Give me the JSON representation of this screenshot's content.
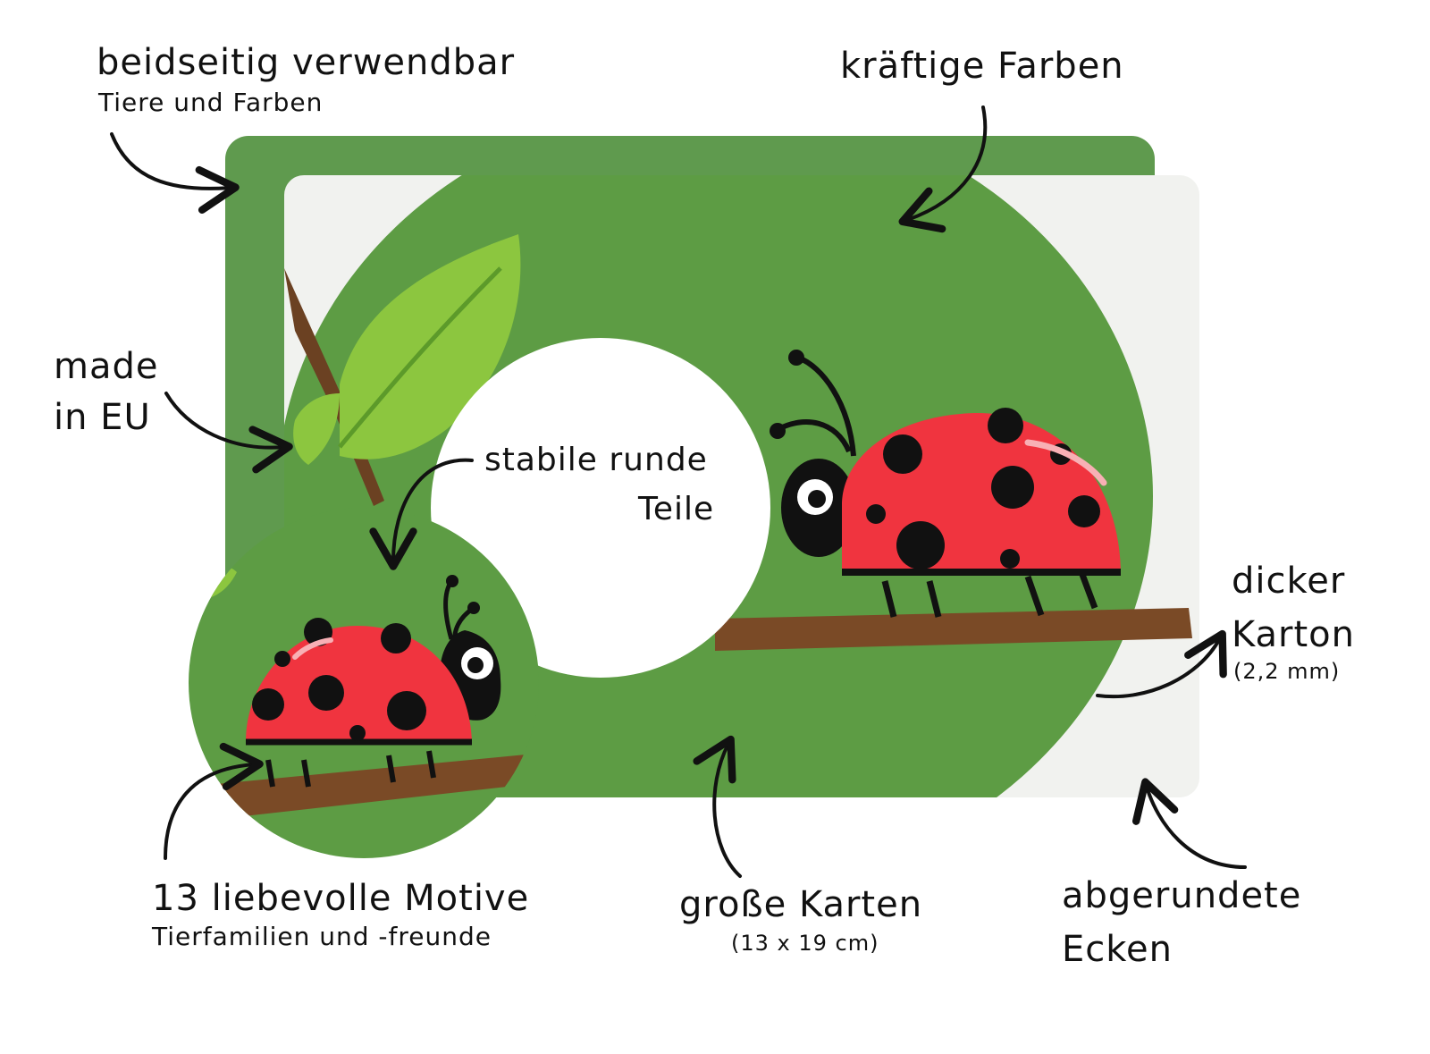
{
  "colors": {
    "back_card": "#5f9a4e",
    "front_card": "#f1f2ef",
    "green_disc": "#5d9c44",
    "leaf_light": "#8cc63f",
    "leaf_dark": "#6fae2f",
    "branch": "#7a4a26",
    "ladybug_red": "#f0343f",
    "ladybug_black": "#111111",
    "arrow": "#111111"
  },
  "annotations": {
    "two_sided": {
      "title": "beidseitig verwendbar",
      "subtitle": "Tiere und Farben"
    },
    "colors": {
      "title": "kräftige Farben"
    },
    "origin": {
      "line1": "made",
      "line2": "in EU"
    },
    "pieces": {
      "line1": "stabile runde",
      "line2": "Teile"
    },
    "board": {
      "line1": "dicker",
      "line2": "Karton",
      "detail": "(2,2 mm)"
    },
    "motifs": {
      "title": "13 liebevolle Motive",
      "subtitle": "Tierfamilien und -freunde"
    },
    "size": {
      "title": "große Karten",
      "detail": "(13 x 19 cm)"
    },
    "corners": {
      "line1": "abgerundete",
      "line2": "Ecken"
    }
  },
  "icons": [
    "ladybug-large",
    "ladybug-small",
    "leaf",
    "branch",
    "arrow"
  ]
}
